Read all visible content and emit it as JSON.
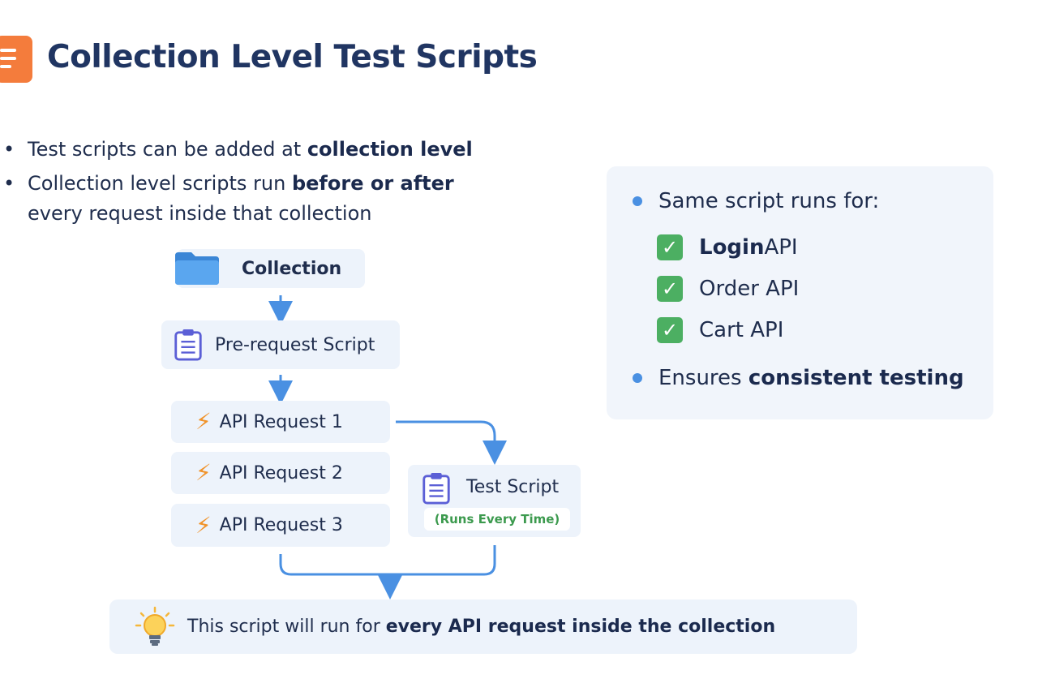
{
  "title": "Collection Level Test Scripts",
  "bullets": [
    {
      "text": "Test scripts can be added at ",
      "bold": "collection level"
    },
    {
      "text": "Collection level scripts run ",
      "bold": "before or after",
      "continuation": "every request inside that collection"
    }
  ],
  "flow": {
    "collection": {
      "label": "Collection",
      "icon": "folder-icon"
    },
    "pre_request": {
      "label": "Pre-request Script",
      "icon": "clipboard-icon"
    },
    "requests": [
      {
        "label": "API Request 1",
        "icon": "lightning-icon"
      },
      {
        "label": "API Request 2",
        "icon": "lightning-icon"
      },
      {
        "label": "API Request 3",
        "icon": "lightning-icon"
      }
    ],
    "test_script": {
      "label": "Test Script",
      "sub_label": "(Runs Every Time)",
      "icon": "clipboard-icon"
    }
  },
  "right_panel": {
    "heading": "Same script runs for:",
    "items": [
      {
        "bold": "Login",
        "text": " API"
      },
      {
        "bold": "",
        "text": "Order API"
      },
      {
        "bold": "",
        "text": "Cart API"
      }
    ],
    "footer_text": "Ensures ",
    "footer_bold": "consistent testing"
  },
  "note": {
    "text": "This script will run for ",
    "bold": "every API request inside the collection",
    "icon": "lightbulb-icon"
  },
  "colors": {
    "accent_orange": "#f47c3c",
    "title_navy": "#203562",
    "arrow_blue": "#4a90e2",
    "box_bg": "#edf3fb",
    "check_green": "#4caf62",
    "bolt_orange": "#f0932b"
  }
}
